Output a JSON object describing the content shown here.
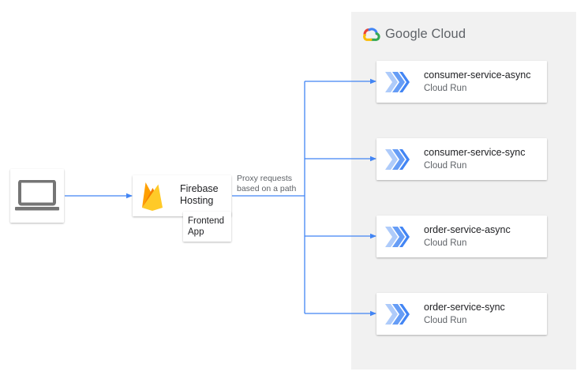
{
  "cloud": {
    "brand_name": "Google Cloud"
  },
  "client": {
    "icon": "laptop-icon"
  },
  "hosting": {
    "name": "Firebase Hosting",
    "icon": "firebase-icon",
    "app_label": "Frontend App"
  },
  "proxy": {
    "label": "Proxy requests based on a path"
  },
  "services": [
    {
      "name": "consumer-service-async",
      "type": "Cloud Run",
      "icon": "cloud-run-icon"
    },
    {
      "name": "consumer-service-sync",
      "type": "Cloud Run",
      "icon": "cloud-run-icon"
    },
    {
      "name": "order-service-async",
      "type": "Cloud Run",
      "icon": "cloud-run-icon"
    },
    {
      "name": "order-service-sync",
      "type": "Cloud Run",
      "icon": "cloud-run-icon"
    }
  ],
  "colors": {
    "connector": "#4285f4",
    "panel_background": "#f1f1f1",
    "cloud_run_light": "#aecbfa",
    "cloud_run_mid": "#669df6",
    "cloud_run_dark": "#4285f4",
    "firebase_yellow": "#ffca28",
    "firebase_amber": "#ffa000",
    "firebase_orange": "#f57c00",
    "laptop_gray": "#757575"
  }
}
